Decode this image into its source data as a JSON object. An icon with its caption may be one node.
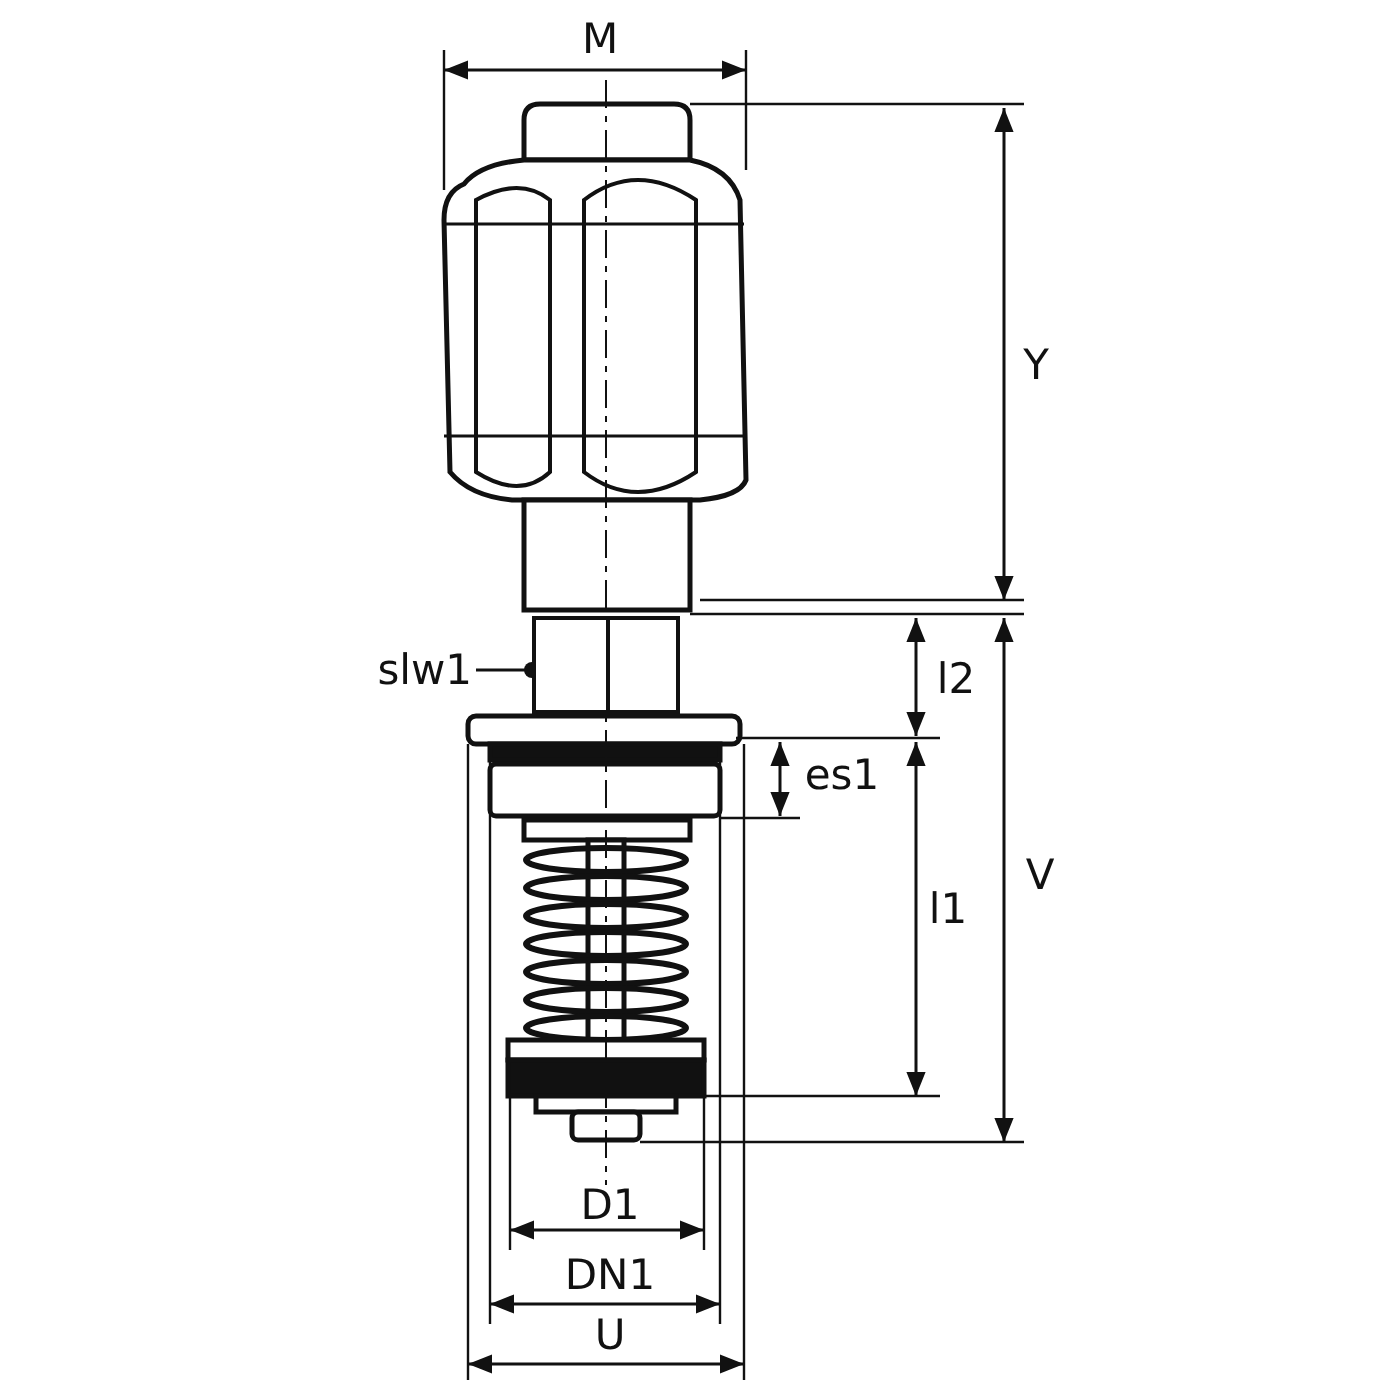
{
  "diagram": {
    "nodes": [
      {
        "text": [
          "slw1"
        ]
      },
      {
        "text": [],
        "shape": "box"
      }
    ],
    "edges": [
      {
        "from": 0,
        "to": 1,
        "arrow": "other"
      }
    ],
    "labels": [
      "M",
      "Y",
      "l2",
      "es1",
      "V",
      "l1",
      "D1",
      "DN1",
      "U"
    ]
  }
}
